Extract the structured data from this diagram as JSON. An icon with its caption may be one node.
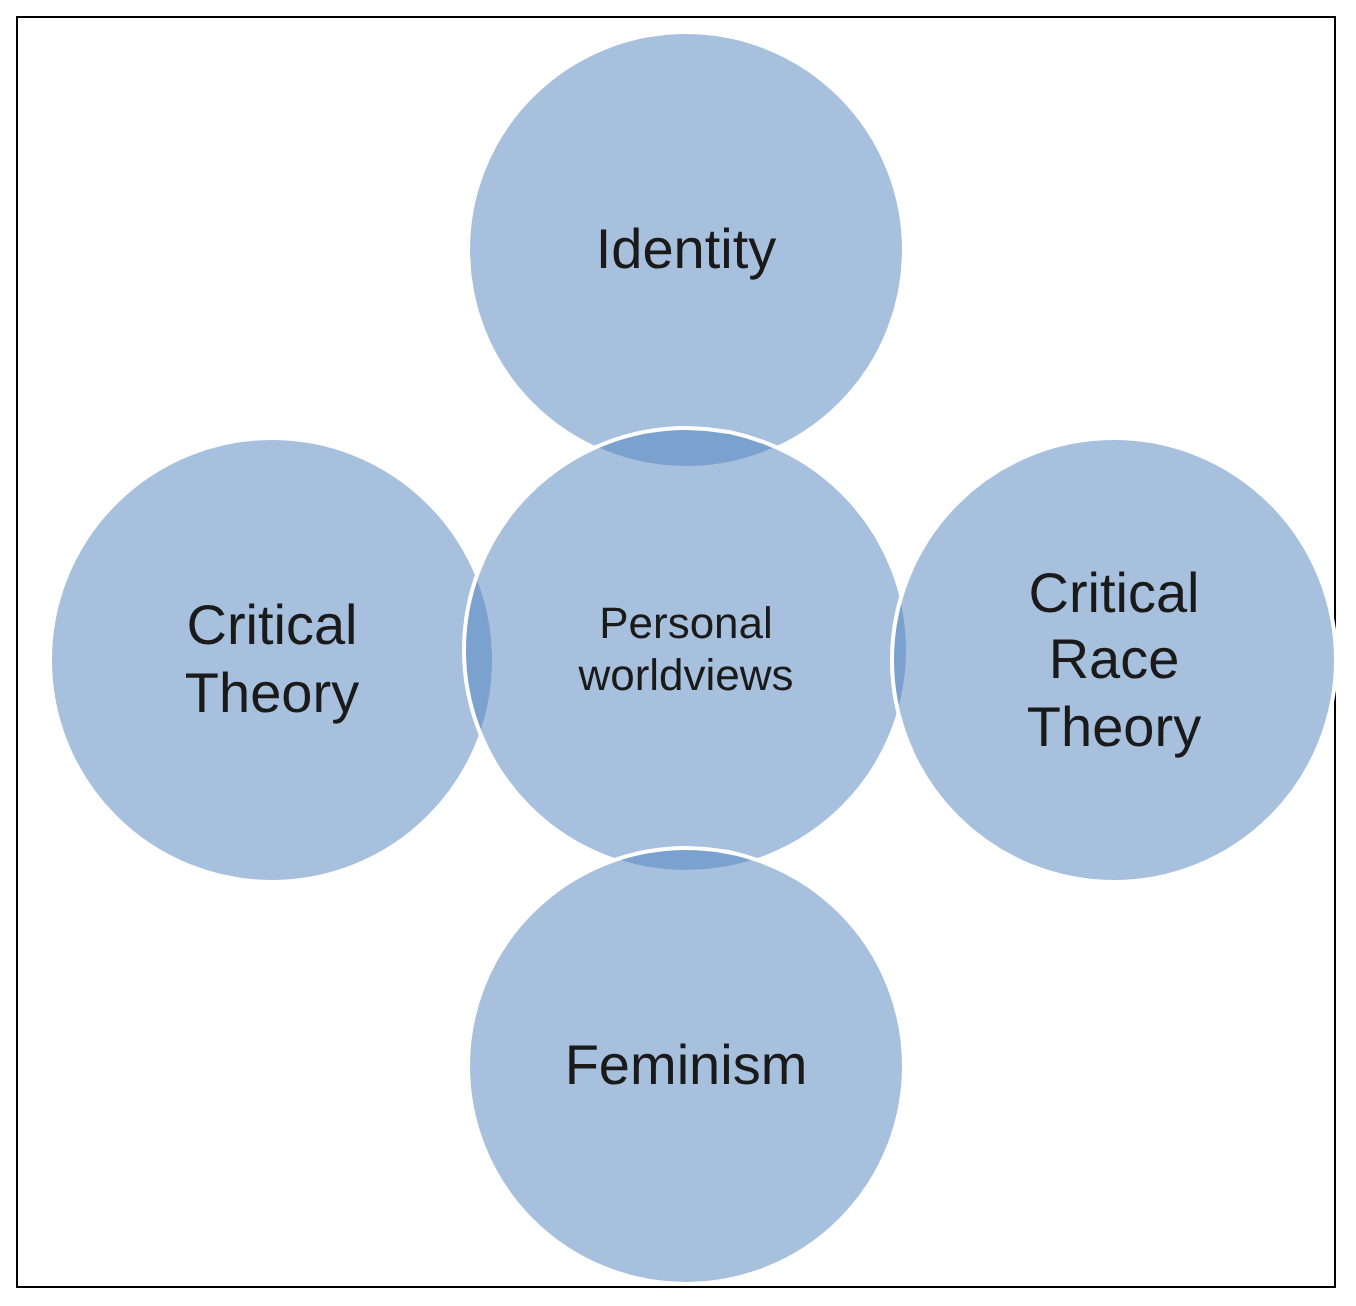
{
  "diagram": {
    "nodes": [
      {
        "text": [
          "Identity"
        ]
      },
      {
        "text": [
          "Critical Theory"
        ]
      },
      {
        "text": [
          "Personal worldviews"
        ]
      },
      {
        "text": [
          "Critical Race Theory"
        ]
      },
      {
        "text": [
          "Feminism"
        ]
      }
    ],
    "edges": []
  }
}
